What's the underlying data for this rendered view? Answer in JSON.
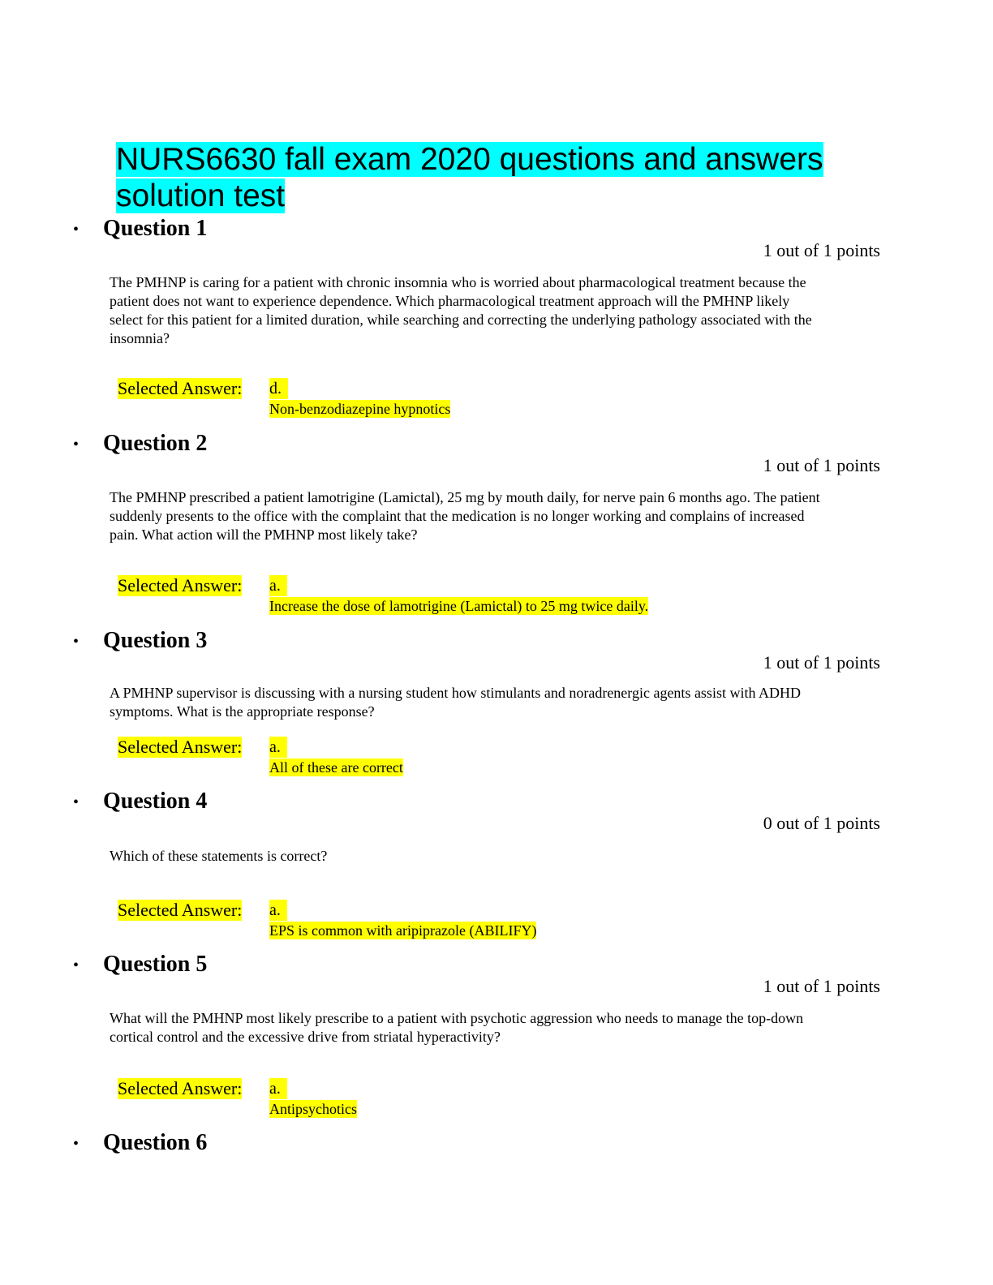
{
  "title": "NURS6630 fall exam 2020 questions and answers solution test",
  "selected_answer_label": "Selected Answer:",
  "questions": [
    {
      "heading": "Question 1",
      "points": "1 out of 1 points",
      "text": "The PMHNP is caring for a patient with chronic insomnia who is worried about pharmacological treatment because the patient does not want to experience dependence. Which pharmacological treatment approach will the PMHNP likely select for this patient for a limited duration, while searching and correcting the underlying pathology associated with the insomnia?",
      "letter": "d.",
      "answer": "Non-benzodiazepine hypnotics"
    },
    {
      "heading": "Question 2",
      "points": "1 out of 1 points",
      "text": "The PMHNP prescribed a patient lamotrigine (Lamictal), 25 mg by mouth daily, for nerve pain 6 months ago. The patient suddenly presents to the office with the complaint that the medication is no longer working and complains of increased pain. What action will the PMHNP most likely take?",
      "letter": "a.",
      "answer": "Increase the dose of lamotrigine (Lamictal) to 25 mg twice daily."
    },
    {
      "heading": "Question 3",
      "points": "1 out of 1 points",
      "text": "A PMHNP supervisor is discussing with a nursing student how stimulants and noradrenergic agents assist with ADHD symptoms. What is the appropriate response?",
      "letter": "a.",
      "answer": "All of these are correct"
    },
    {
      "heading": "Question 4",
      "points": "0 out of 1 points",
      "text": "Which of these statements is correct?",
      "letter": "a.",
      "answer": "EPS is common with aripiprazole (ABILIFY)"
    },
    {
      "heading": "Question 5",
      "points": "1 out of 1 points",
      "text": "What will the PMHNP most likely prescribe to a patient with psychotic aggression who needs to manage the top-down cortical control and the excessive drive from striatal hyperactivity?",
      "letter": "a.",
      "answer": "Antipsychotics"
    },
    {
      "heading": "Question 6"
    }
  ]
}
